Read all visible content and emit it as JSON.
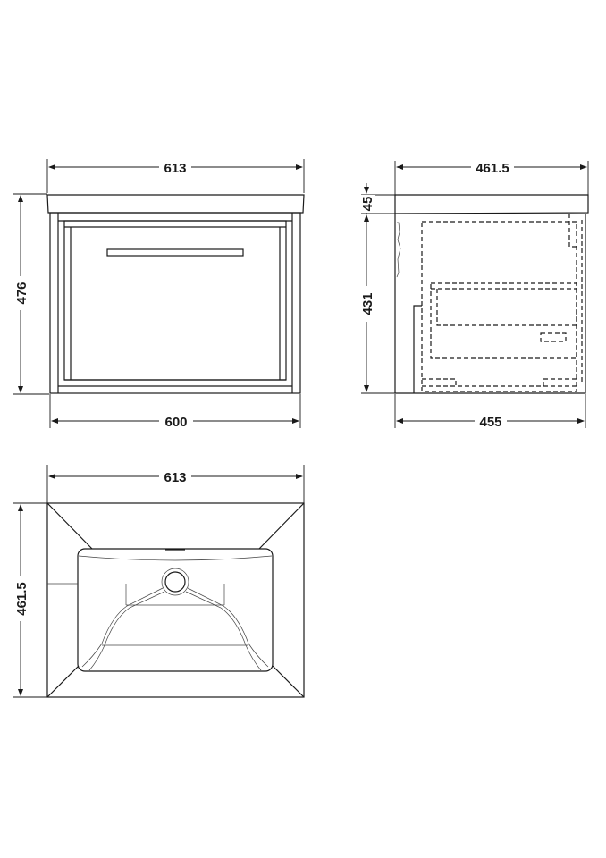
{
  "diagram": {
    "type": "technical-drawing",
    "subject": "wall-hung vanity unit with basin",
    "units": "mm",
    "line_color": "#1a1a1a",
    "background": "#ffffff"
  },
  "front_view": {
    "top_width_label": "613",
    "height_label": "476",
    "bottom_width_label": "600"
  },
  "side_view": {
    "top_width_label": "461.5",
    "basin_height_label": "45",
    "cabinet_height_label": "431",
    "bottom_width_label": "455"
  },
  "plan_view": {
    "width_label": "613",
    "depth_label": "461.5"
  }
}
